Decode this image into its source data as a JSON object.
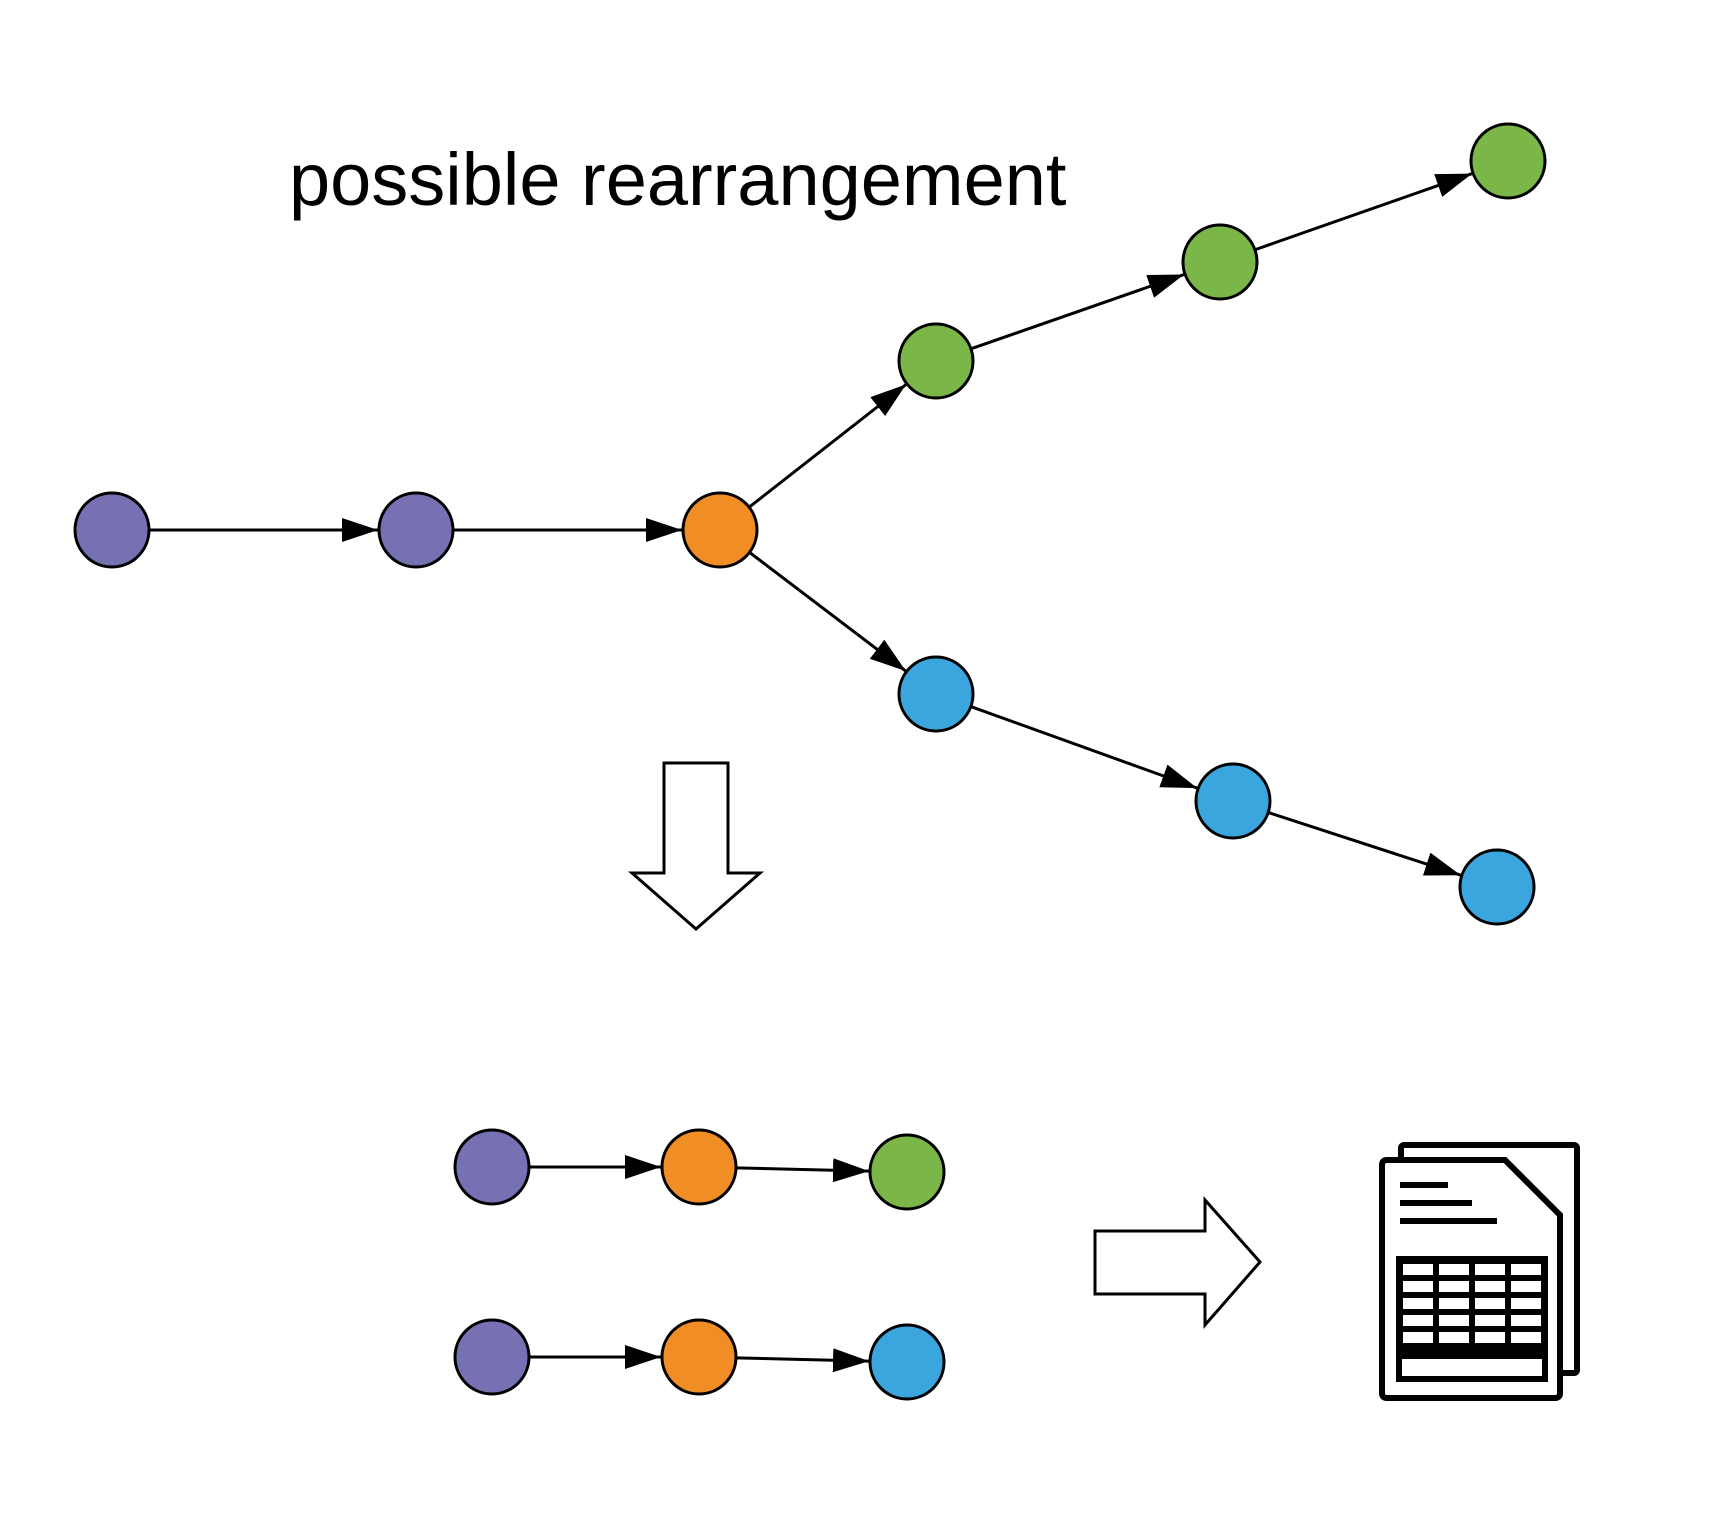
{
  "title": "possible rearrangement",
  "colors": {
    "purple": "#7671b2",
    "orange": "#f08d24",
    "green": "#7bb649",
    "blue": "#3ba6dd",
    "stroke": "#000000",
    "background": "#ffffff"
  },
  "top_graph": {
    "nodes": [
      {
        "id": "p1",
        "color": "purple"
      },
      {
        "id": "p2",
        "color": "purple"
      },
      {
        "id": "o1",
        "color": "orange"
      },
      {
        "id": "g1",
        "color": "green"
      },
      {
        "id": "g2",
        "color": "green"
      },
      {
        "id": "g3",
        "color": "green"
      },
      {
        "id": "b1",
        "color": "blue"
      },
      {
        "id": "b2",
        "color": "blue"
      },
      {
        "id": "b3",
        "color": "blue"
      }
    ],
    "edges": [
      [
        "p1",
        "p2"
      ],
      [
        "p2",
        "o1"
      ],
      [
        "o1",
        "g1"
      ],
      [
        "g1",
        "g2"
      ],
      [
        "g2",
        "g3"
      ],
      [
        "o1",
        "b1"
      ],
      [
        "b1",
        "b2"
      ],
      [
        "b2",
        "b3"
      ]
    ]
  },
  "result_chains": [
    {
      "nodes": [
        {
          "id": "r1a",
          "color": "purple"
        },
        {
          "id": "r1b",
          "color": "orange"
        },
        {
          "id": "r1c",
          "color": "green"
        }
      ]
    },
    {
      "nodes": [
        {
          "id": "r2a",
          "color": "purple"
        },
        {
          "id": "r2b",
          "color": "orange"
        },
        {
          "id": "r2c",
          "color": "blue"
        }
      ]
    }
  ],
  "icons": {
    "down_arrow": "down-arrow-icon",
    "right_arrow": "right-arrow-icon",
    "output": "spreadsheet-document-icon"
  }
}
